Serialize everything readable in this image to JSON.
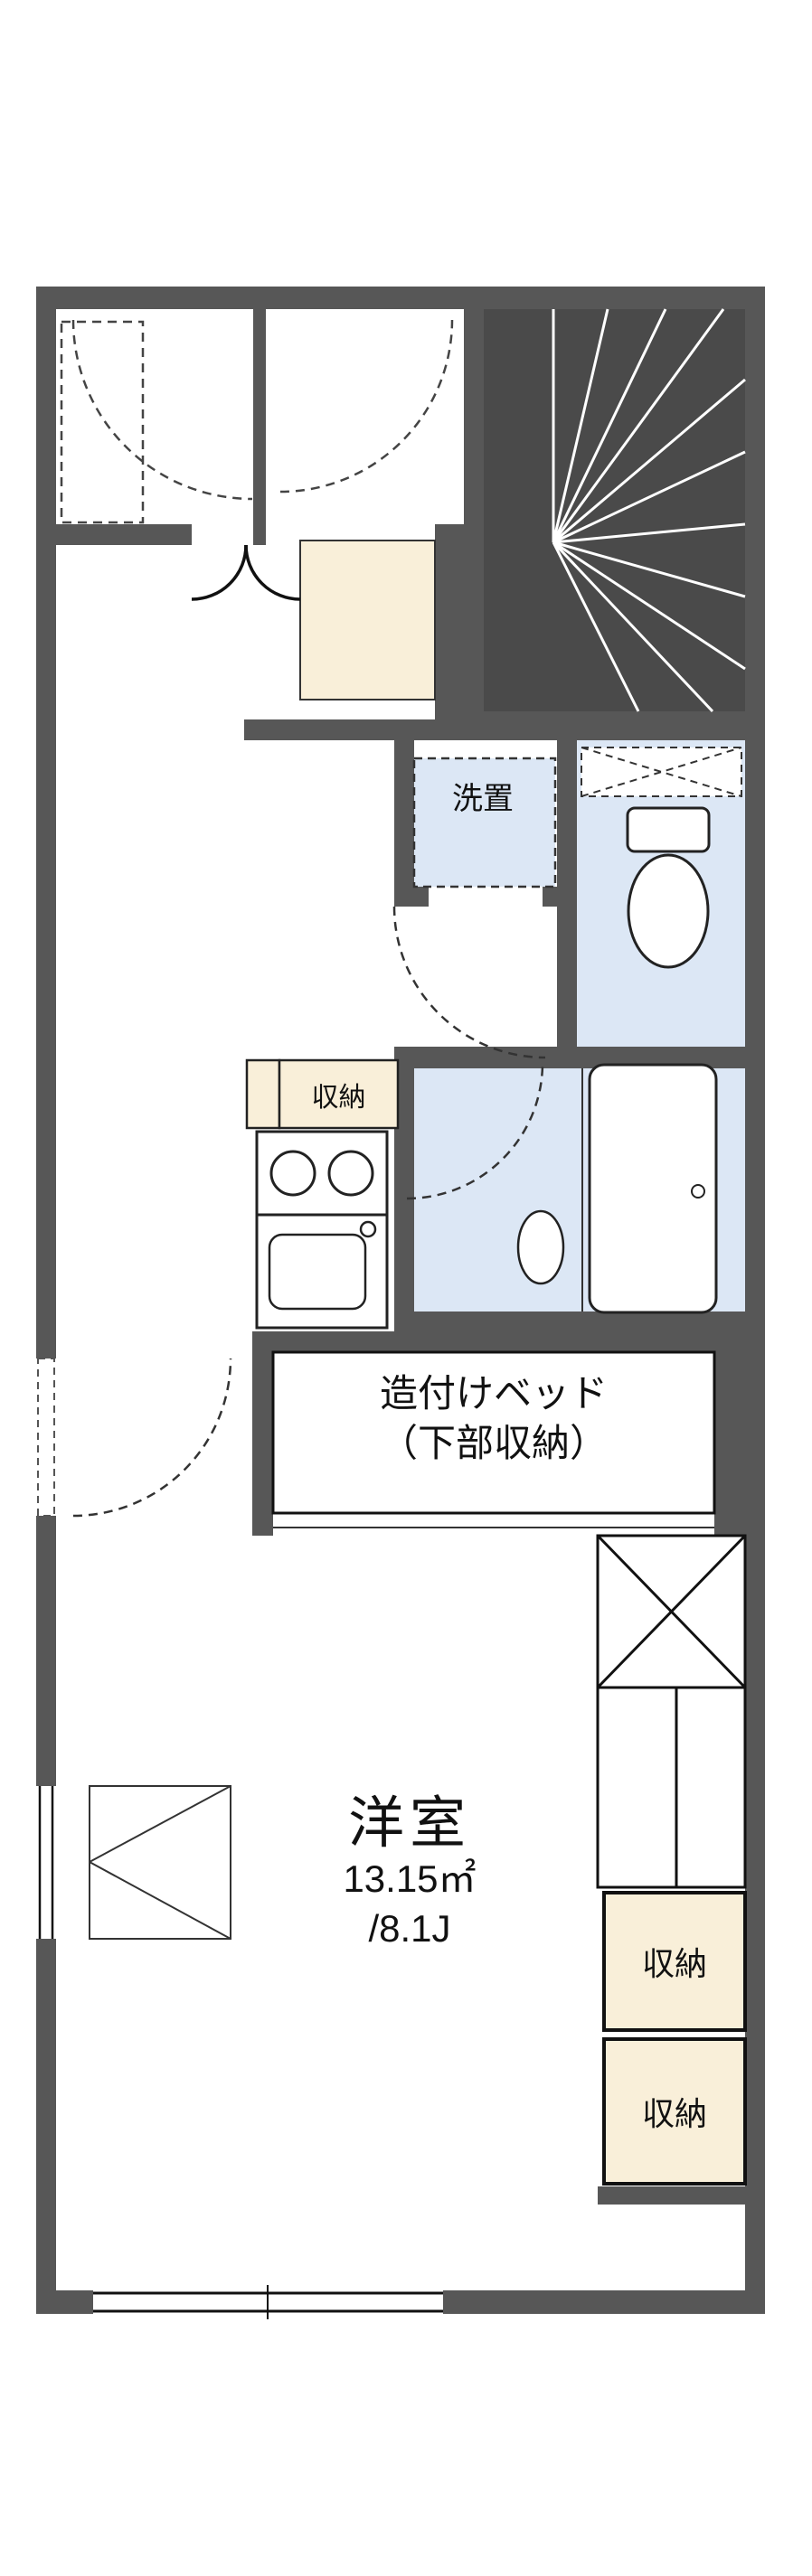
{
  "floorplan": {
    "rooms": {
      "washer_label": "洗置",
      "kitchen_storage_label": "収納",
      "bed_label_line1": "造付けベッド",
      "bed_label_line2": "（下部収納）",
      "main_room_name": "洋室",
      "main_room_area_m2": "13.15㎡",
      "main_room_area_jo": "/8.1J",
      "closet_label_1": "収納",
      "closet_label_2": "収納"
    },
    "colors": {
      "wall": "#575757",
      "stair_fill": "#4a4a4a",
      "water_area": "#dce7f5",
      "storage_cream": "#f9efd9",
      "outline": "#111111"
    }
  }
}
